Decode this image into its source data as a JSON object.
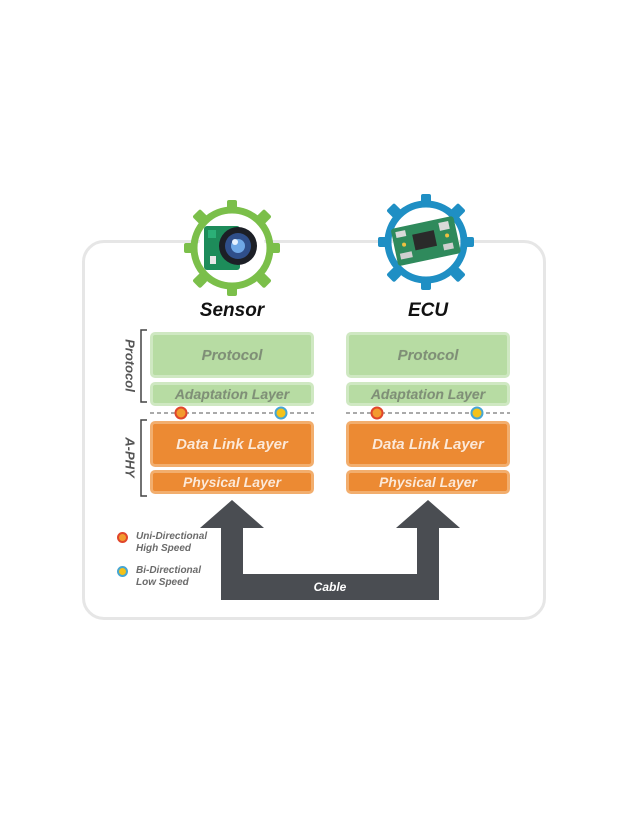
{
  "devices": [
    {
      "name": "Sensor",
      "icon": "camera-sensor-icon",
      "ring_color": "#7bbf4a"
    },
    {
      "name": "ECU",
      "icon": "circuit-board-icon",
      "ring_color": "#1f8fc4"
    }
  ],
  "stack_labels": {
    "protocol": "Protocol",
    "aphy": "A-PHY"
  },
  "layers": {
    "protocol": "Protocol",
    "adaptation": "Adaptation Layer",
    "data_link": "Data Link Layer",
    "physical": "Physical Layer"
  },
  "legend": [
    {
      "line1": "Uni-Directional",
      "line2": "High Speed",
      "fill": "#f39a2e",
      "ring": "#e0462b"
    },
    {
      "line1": "Bi-Directional",
      "line2": "Low Speed",
      "fill": "#f4c21a",
      "ring": "#46a6d3"
    }
  ],
  "cable_label": "Cable",
  "colors": {
    "protocol_green": "#b7dca3",
    "phy_orange": "#ec8a33",
    "cable_gray": "#4a4d52"
  }
}
